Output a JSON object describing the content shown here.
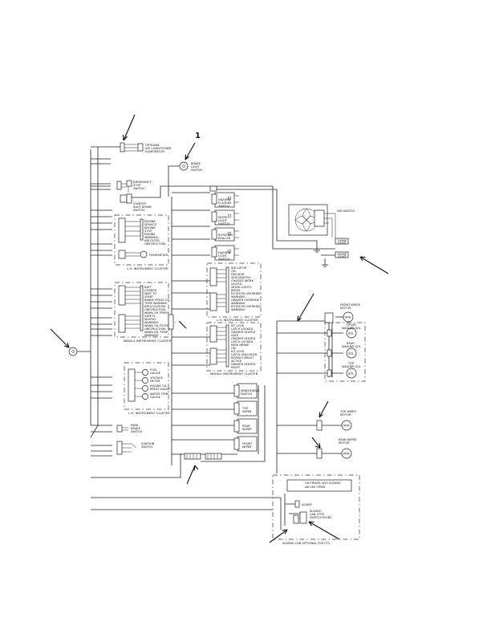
{
  "callout": "1",
  "labels": {
    "optional_ac": [
      "OPTIONAL",
      "AIR CONDITIONER",
      "EVAPORATOR"
    ],
    "brake_switch": [
      "BRAKE",
      "LIGHT",
      "SWITCH"
    ],
    "emergency_stop": [
      "EMERGENCY",
      "STOP",
      "SWITCH"
    ],
    "starter_shutdown": [
      "STARTER",
      "SHUT-DOWN",
      "SWITCH"
    ],
    "lh_group": [
      "ENGINE",
      "SERVICE",
      "ENGINE",
      "STOP",
      "ENGINE",
      "WARNING",
      "AIR FILTER",
      "OBSTRUCTION"
    ],
    "hourmeter": [
      "HOURMETER"
    ],
    "lh_cluster": "L.H. INSTRUMENT CLUSTER",
    "center_switches": [
      [
        "HAZARD",
        "FLASHER",
        "SWITCH"
      ],
      [
        "WORK",
        "LIGHT",
        "SWITCH"
      ],
      [
        "ROTATING",
        "BEACON"
      ],
      [
        "HAZARD",
        "LIGHT",
        "SWITCH"
      ]
    ],
    "fan_switch": "FAN SWITCH",
    "dome_light": [
      "DOME",
      "LIGHT"
    ],
    "rh_group": [
      "IND LATOR",
      "ON",
      "FAN SEAT",
      "SEAT/SWITCH",
      "CHASSIS WORK",
      "LIGHTS",
      "WORK LIGHTS",
      "BOOM",
      "ROTATOR OVERRIDE",
      "WARNING",
      "GRADER OVERRIDE",
      "WARNING",
      "ROTATOR OVERRIDE",
      "WARNING"
    ],
    "rh_cluster": "L.H. INSTRUMENT CLUSTER",
    "middle_group": [
      "BATT",
      "CHARGE",
      "WAIT TO",
      "START",
      "BRAKE PRESS OIL",
      "TEMP WARNING",
      "ARTICULATION",
      "OBSTRUCTION",
      "WARN OIL PRESS",
      "SAFETY",
      "SEATED",
      "WARNING",
      "WARN OIL FILTER",
      "OBSTRUCTION",
      "WARN OIL TEMP",
      "WARNING"
    ],
    "middle_cluster": "MIDDLE INSTRUMENT CLUSTER",
    "right_mid_group": [
      "KIT LOCK",
      "LATCH LOCKED",
      "GRADER SEATED",
      "SAFE",
      "GRADER SEATED",
      "LATCH LOCKED",
      "PARK BRAKE",
      "ON",
      "KIT LOCK",
      "LATCH UNLOCKED",
      "BOARD CIRCUIT",
      "ACTIVE",
      "GRADER SEATED",
      "RIGHT"
    ],
    "right_mid_cluster": "MIDDLE INSTRUMENT CLUSTER",
    "gauges": [
      [
        "FUEL",
        "GAUGE"
      ],
      [
        "VOLTAGE",
        "METER"
      ],
      [
        "ENGINE OIL",
        "PRESS GAUGE"
      ],
      [
        "WATER TEMP",
        "GAUGE"
      ]
    ],
    "lh_cluster_bottom": "L.H. INSTRUMENT CLUSTER",
    "park_brake": [
      "PARK",
      "BRAKE",
      "SWITCH"
    ],
    "ignition": [
      "IGNITION",
      "SWITCH"
    ],
    "wiper_switches": [
      [
        "WINDSHIELD",
        "SWITCH"
      ],
      [
        "TOP",
        "WIPER"
      ],
      [
        "REAR",
        "WIPER"
      ],
      [
        "FRONT",
        "WIPER"
      ]
    ],
    "front_wiper": [
      "FRONT WIPER",
      "MOTOR"
    ],
    "washers": [
      [
        "FRONT",
        "WASHER SOL"
      ],
      [
        "REAR",
        "WASHER SOL"
      ],
      [
        "TOP",
        "WASHER SOL"
      ]
    ],
    "top_wiper": [
      "TOP WIPER",
      "MOTOR"
    ],
    "rear_wiper": [
      "REAR WIPER",
      "MOTOR"
    ],
    "mtr": "MTR",
    "sol": "SOL",
    "sliding_box": [
      "ON TRAVEL W/O SLIDING",
      "AB USE ITEMS"
    ],
    "alarm": "ALARM",
    "sliding_switch": [
      "SLIDING",
      "CAB STOP",
      "SWITCH FRONT"
    ],
    "sliding_note": "SLIDING CAB OPTIONAL FOR CTS"
  }
}
